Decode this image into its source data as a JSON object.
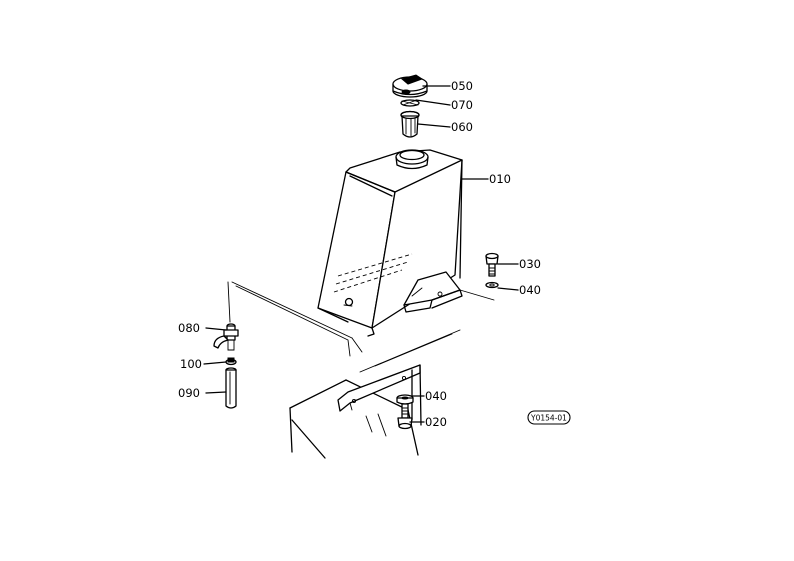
{
  "parts": {
    "p050": "050",
    "p070": "070",
    "p060": "060",
    "p010": "010",
    "p030": "030",
    "p040a": "040",
    "p080": "080",
    "p100": "100",
    "p090": "090",
    "p040b": "040",
    "p020": "020"
  },
  "drawing_code": "Y0154-01"
}
